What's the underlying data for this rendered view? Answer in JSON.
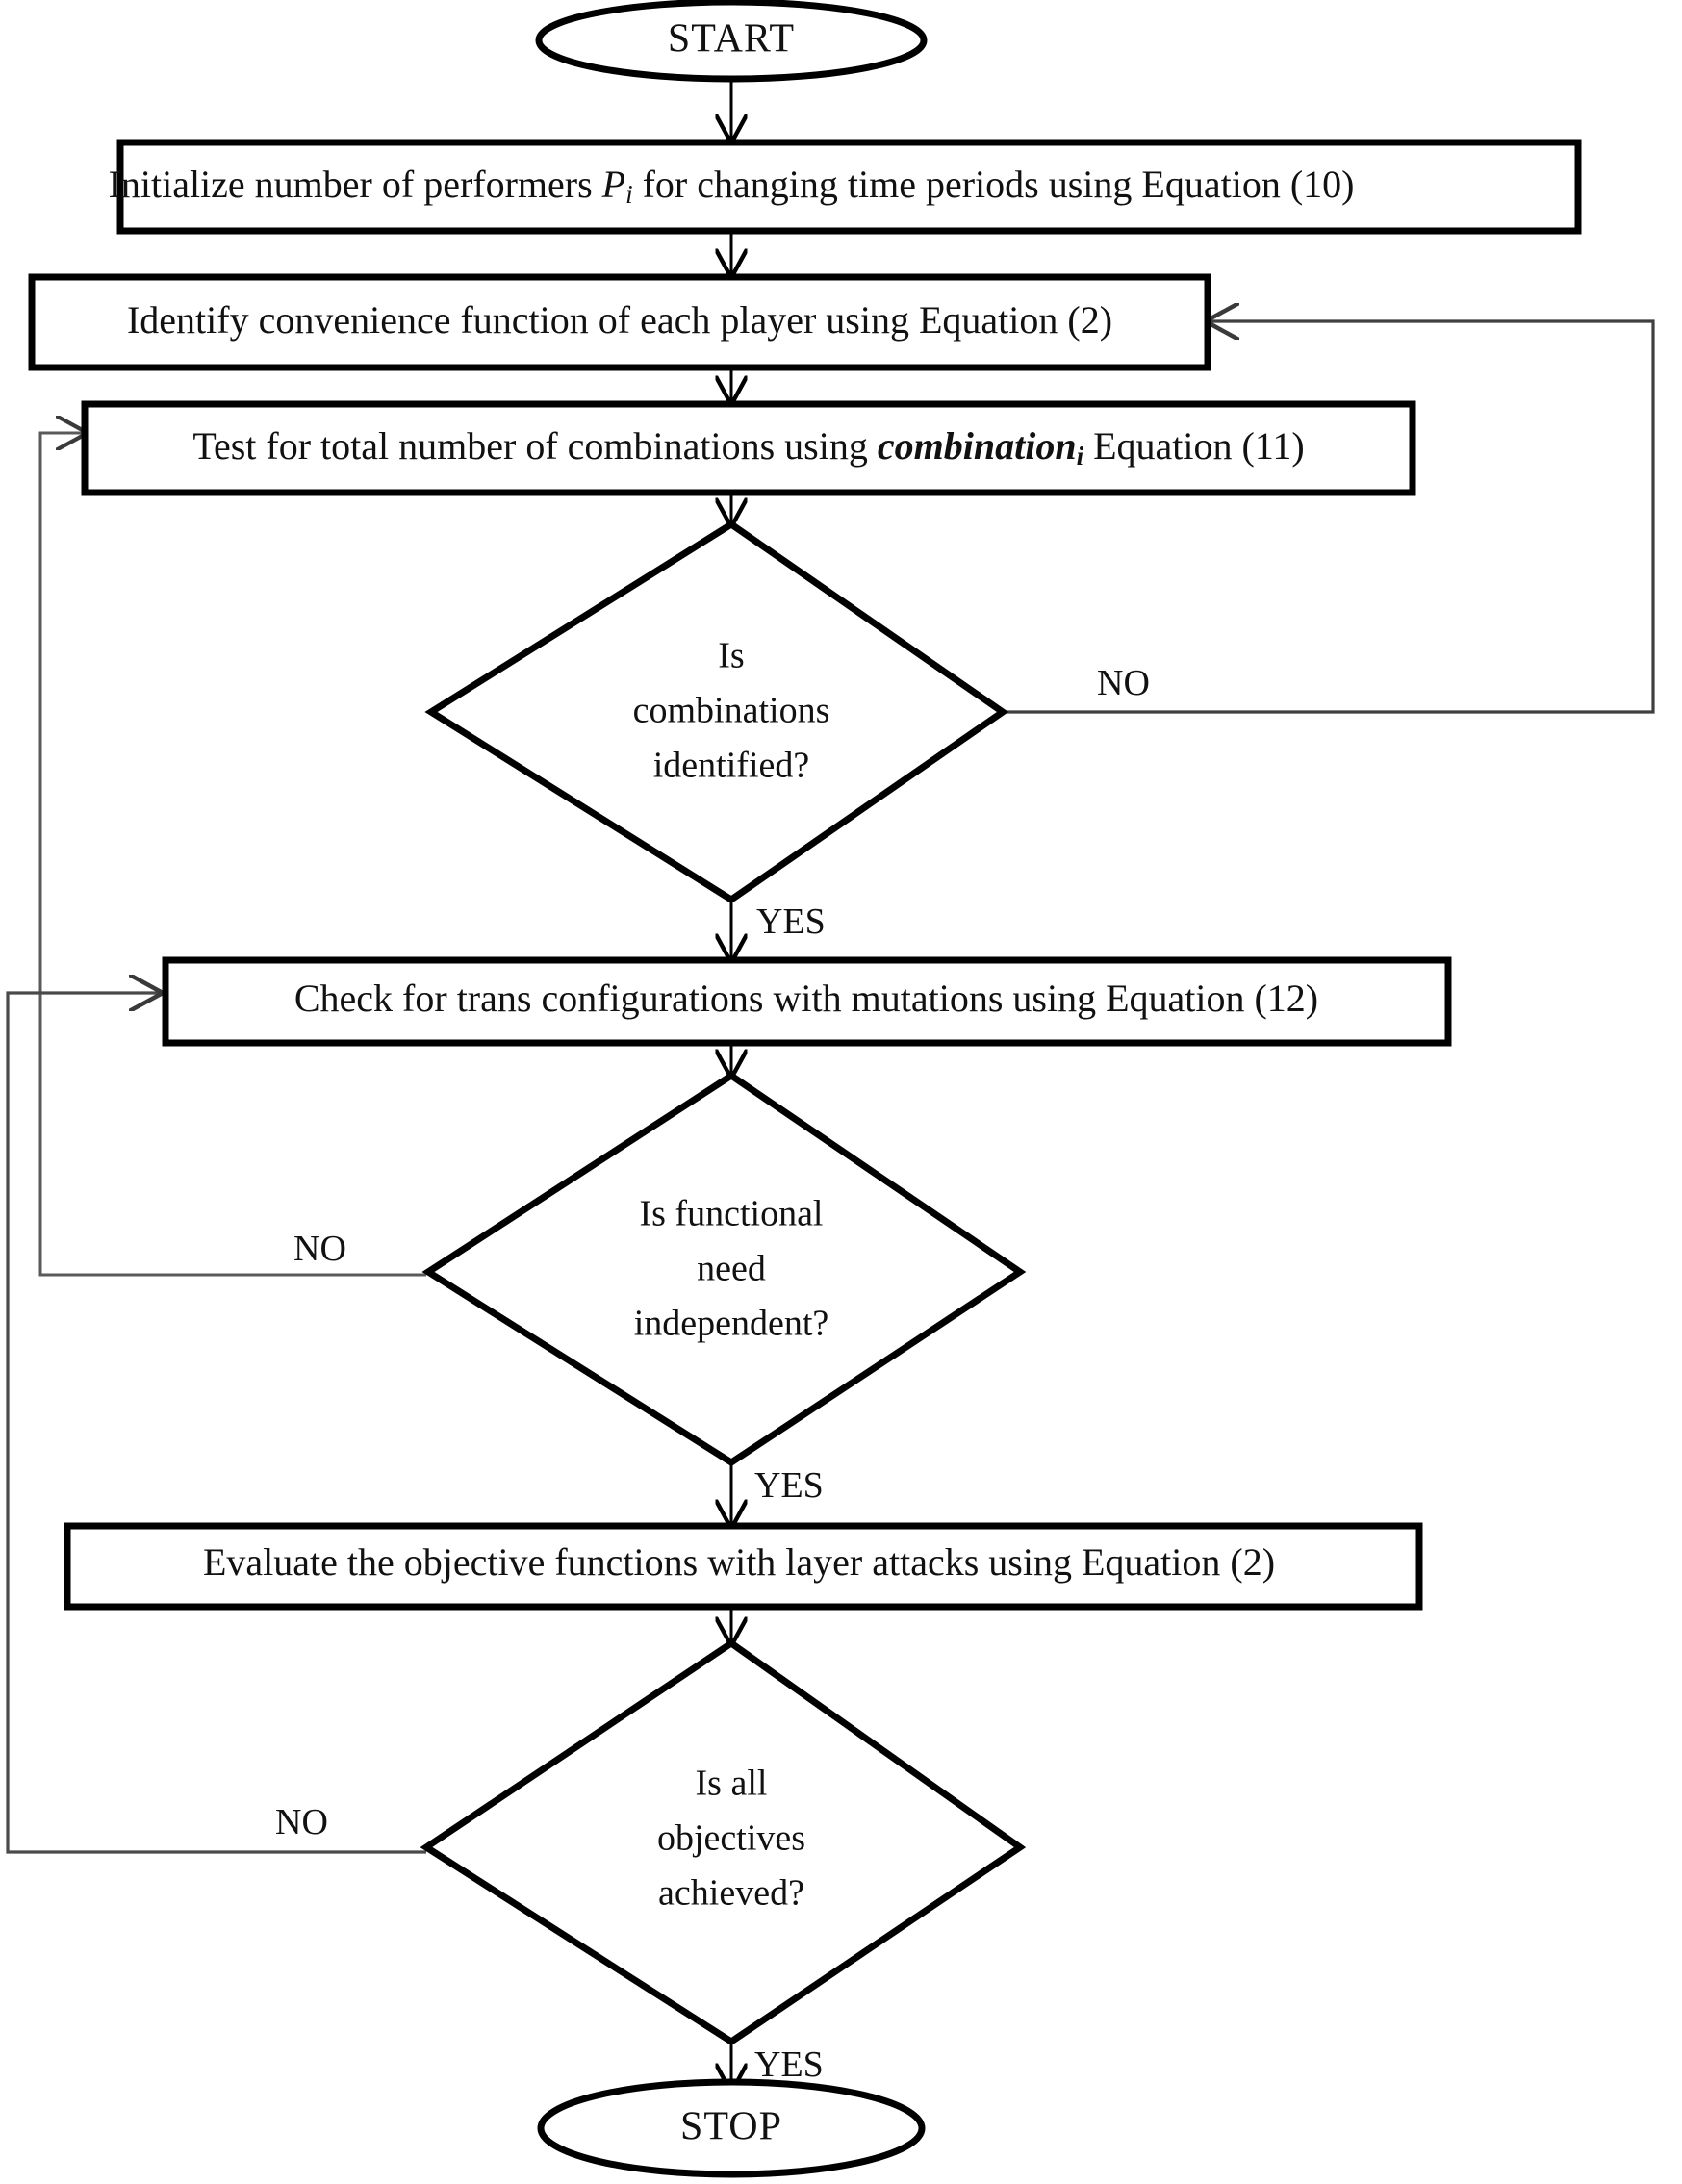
{
  "diagram": {
    "title": "Algorithm flowchart",
    "colors": {
      "stroke": "#000000",
      "thin_stroke": "#4d4d4d",
      "fill": "#ffffff",
      "text": "#111111"
    },
    "nodes": {
      "start": {
        "shape": "terminator",
        "label": "START"
      },
      "init": {
        "shape": "process",
        "label": "Initialize number of performers Pᵢ for changing time periods using Equation (10)",
        "text_before": "Initialize number of performers ",
        "var_italic": "P",
        "var_sub": "i",
        "text_after": " for changing time periods using Equation (10)"
      },
      "identify": {
        "shape": "process",
        "label": "Identify convenience function of each player using Equation (2)"
      },
      "test": {
        "shape": "process",
        "label": "Test for total number of combinations using combinationᵢ Equation (11)",
        "text_before": "Test for total number of combinations using ",
        "var_italic": "combination",
        "var_sub": "i",
        "text_after": " Equation (11)"
      },
      "decision_combinations": {
        "shape": "decision",
        "label": "Is combinations identified?",
        "lines": [
          "Is",
          "combinations",
          "identified?"
        ]
      },
      "check": {
        "shape": "process",
        "label": "Check for trans configurations with mutations using Equation (12)"
      },
      "decision_functional": {
        "shape": "decision",
        "label": "Is functional need independent?",
        "lines": [
          "Is functional",
          "need",
          "independent?"
        ]
      },
      "evaluate": {
        "shape": "process",
        "label": "Evaluate the objective functions with layer attacks using Equation (2)"
      },
      "decision_objectives": {
        "shape": "decision",
        "label": "Is all objectives achieved?",
        "lines": [
          "Is all",
          "objectives",
          "achieved?"
        ]
      },
      "stop": {
        "shape": "terminator",
        "label": "STOP"
      }
    },
    "edge_labels": {
      "combinations_no": "NO",
      "combinations_yes": "YES",
      "functional_no": "NO",
      "functional_yes": "YES",
      "objectives_no": "NO",
      "objectives_yes": "YES"
    }
  }
}
